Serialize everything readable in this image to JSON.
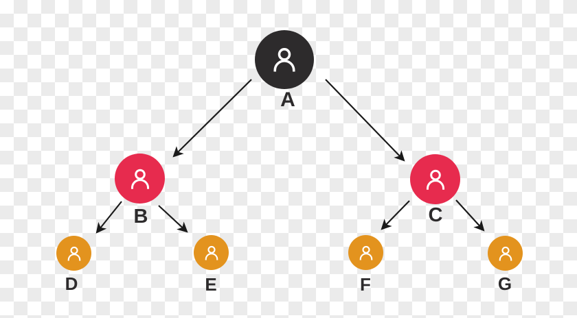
{
  "diagram": {
    "type": "tree",
    "levels": 3,
    "nodes": [
      {
        "id": "A",
        "label": "A",
        "level": 0,
        "color": "#2d2b2c",
        "icon": "person-icon"
      },
      {
        "id": "B",
        "label": "B",
        "level": 1,
        "color": "#e72b4e",
        "icon": "person-icon"
      },
      {
        "id": "C",
        "label": "C",
        "level": 1,
        "color": "#e72b4e",
        "icon": "person-icon"
      },
      {
        "id": "D",
        "label": "D",
        "level": 2,
        "color": "#e3931e",
        "icon": "person-icon"
      },
      {
        "id": "E",
        "label": "E",
        "level": 2,
        "color": "#e3931e",
        "icon": "person-icon"
      },
      {
        "id": "F",
        "label": "F",
        "level": 2,
        "color": "#e3931e",
        "icon": "person-icon"
      },
      {
        "id": "G",
        "label": "G",
        "level": 2,
        "color": "#e3931e",
        "icon": "person-icon"
      }
    ],
    "edges": [
      {
        "from": "A",
        "to": "B"
      },
      {
        "from": "A",
        "to": "C"
      },
      {
        "from": "B",
        "to": "D"
      },
      {
        "from": "B",
        "to": "E"
      },
      {
        "from": "C",
        "to": "F"
      },
      {
        "from": "C",
        "to": "G"
      }
    ],
    "colors": {
      "checker_light": "#ffffff",
      "checker_dark": "#ebebeb",
      "arrow": "#1a1a1a",
      "label_text": "#2d2b2c",
      "icon_stroke": "#ffffff"
    }
  }
}
